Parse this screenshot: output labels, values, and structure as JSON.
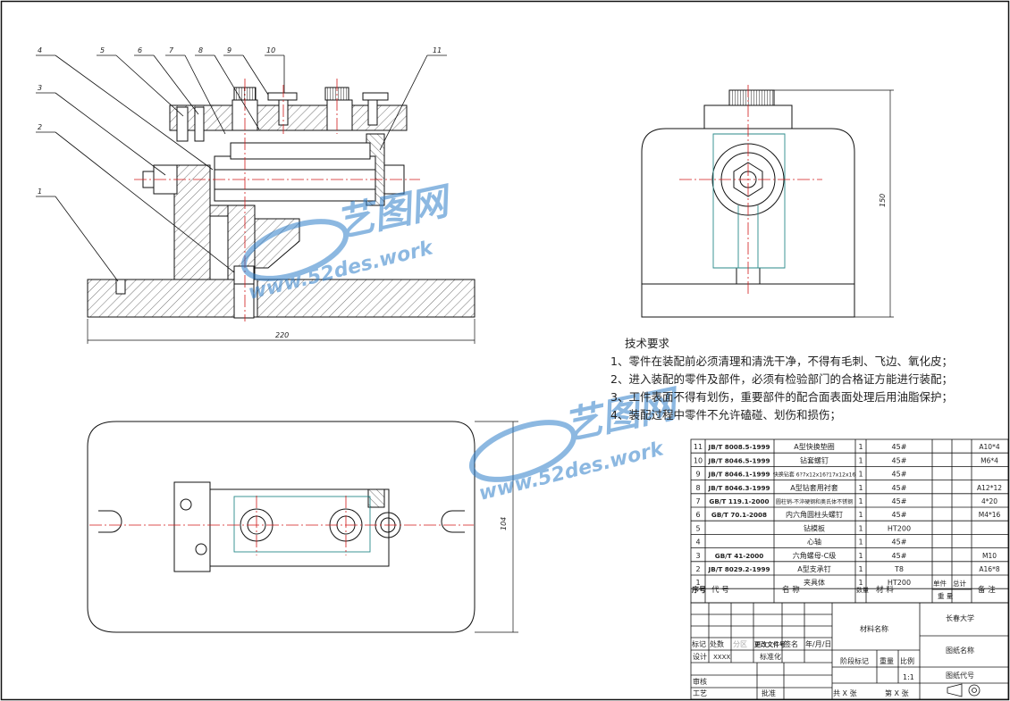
{
  "watermark": {
    "brand": "艺图网",
    "url": "www.52des.work"
  },
  "colors": {
    "line": "#111111",
    "center_line": "#d11a1a",
    "hidden_line": "#2a8a8a",
    "watermark": "#2f7fc9"
  },
  "part_callouts": [
    "1",
    "2",
    "3",
    "4",
    "5",
    "6",
    "7",
    "8",
    "9",
    "10",
    "11"
  ],
  "dimensions": {
    "overall_length": "220",
    "view_height": "150",
    "plan_width": "104"
  },
  "technical_requirements": {
    "title": "技术要求",
    "items": [
      "1、零件在装配前必须清理和清洗干净，不得有毛刺、飞边、氧化皮；",
      "2、进入装配的零件及部件，必须有检验部门的合格证方能进行装配；",
      "3、工件表面不得有划伤，重要部件的配合面表面处理后用油脂保护；",
      "4、装配过程中零件不允许磕碰、划伤和损伤；"
    ]
  },
  "bom": {
    "rows": [
      {
        "no": "11",
        "code": "JB/T 8008.5-1999",
        "name": "A型快换垫圈",
        "qty": "1",
        "material": "45#",
        "note": "A10*4"
      },
      {
        "no": "10",
        "code": "JB/T 8046.5-1999",
        "name": "钻套螺钉",
        "qty": "1",
        "material": "45#",
        "note": "M6*4"
      },
      {
        "no": "9",
        "code": "JB/T 8046.1-1999",
        "name": "快换钻套 6?7x12x16?17x12x16",
        "qty": "1",
        "material": "45#",
        "note": ""
      },
      {
        "no": "8",
        "code": "JB/T 8046.3-1999",
        "name": "A型钻套用衬套",
        "qty": "1",
        "material": "45#",
        "note": "A12*12"
      },
      {
        "no": "7",
        "code": "GB/T 119.1-2000",
        "name": "圆柱销-不淬硬钢和奥氏体不锈钢",
        "qty": "1",
        "material": "45#",
        "note": "4*20"
      },
      {
        "no": "6",
        "code": "GB/T 70.1-2008",
        "name": "内六角圆柱头螺钉",
        "qty": "1",
        "material": "45#",
        "note": "M4*16"
      },
      {
        "no": "5",
        "code": "",
        "name": "钻模板",
        "qty": "1",
        "material": "HT200",
        "note": ""
      },
      {
        "no": "4",
        "code": "",
        "name": "心轴",
        "qty": "1",
        "material": "45#",
        "note": ""
      },
      {
        "no": "3",
        "code": "GB/T 41-2000",
        "name": "六角螺母-C级",
        "qty": "1",
        "material": "45#",
        "note": "M10"
      },
      {
        "no": "2",
        "code": "JB/T 8029.2-1999",
        "name": "A型支承钉",
        "qty": "1",
        "material": "T8",
        "note": "A16*8"
      },
      {
        "no": "1",
        "code": "",
        "name": "夹具体",
        "qty": "1",
        "material": "HT200",
        "note": ""
      }
    ],
    "header": {
      "no": "序号",
      "code": "代    号",
      "name": "名    称",
      "qty": "数量",
      "material": "材    料",
      "unit": "单件",
      "total": "总计",
      "weight": "重    量",
      "note": "备  注"
    }
  },
  "title_block": {
    "material_name": "材料名称",
    "school": "长春大学",
    "drawing_name": "图纸名称",
    "drawing_code": "图纸代号",
    "mark": "标记",
    "count": "处数",
    "zone": "分区",
    "change_doc": "更改文件号",
    "sign": "签名",
    "date": "年/月/日",
    "design": "设计",
    "designer": "XXXX",
    "standardize": "标准化",
    "stage_mark": "阶段标记",
    "weight": "重量",
    "scale": "比例",
    "scale_value": "1:1",
    "review": "审核",
    "process": "工艺",
    "approve": "批准",
    "total_sheets": "共 X 张",
    "sheet_no": "第 X 张"
  }
}
